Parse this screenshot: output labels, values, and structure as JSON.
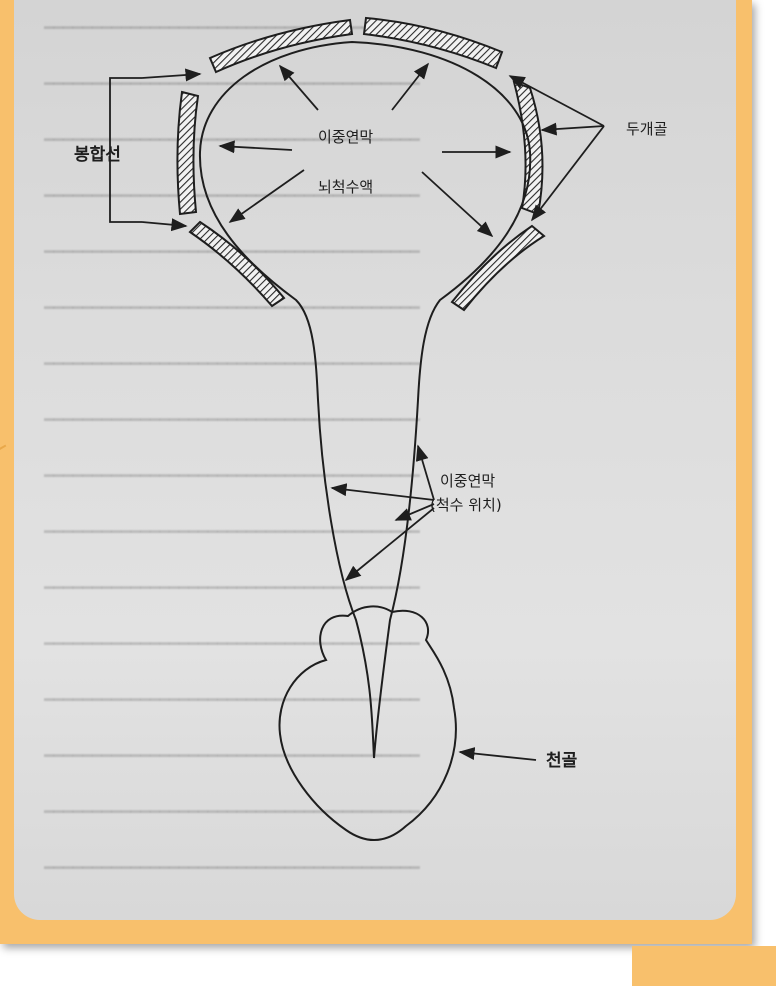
{
  "labels": {
    "suture": "봉합선",
    "dura_brain": "이중연막",
    "csf": "뇌척수액",
    "skull": "두개골",
    "dura_spine_line1": "이중연막",
    "dura_spine_line2": "(척수 위치)",
    "sacrum": "천골"
  },
  "colors": {
    "frame": "#f8c06c",
    "paper": "#dcdcdc",
    "ink": "#1e1e1e"
  }
}
